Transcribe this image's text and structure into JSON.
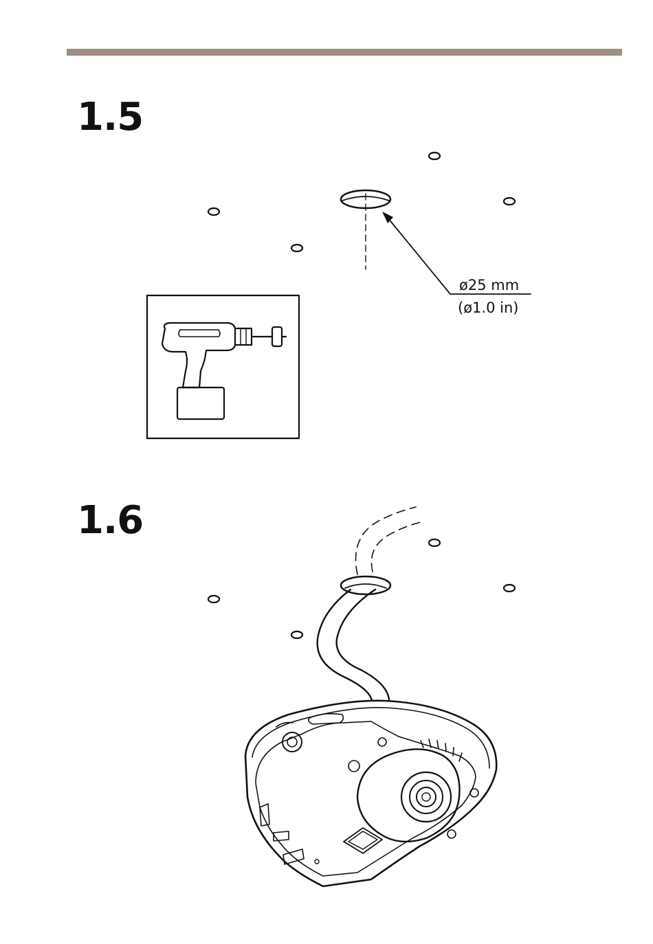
{
  "steps": [
    {
      "number": "1.5"
    },
    {
      "number": "1.6"
    }
  ],
  "drill_hole": {
    "diameter_mm": "ø25 mm",
    "diameter_in": "(ø1.0 in)"
  },
  "colors": {
    "top_bar": "#a08d80",
    "line": "#111111"
  },
  "icons": [
    "drill-icon",
    "camera-illustration",
    "cable-illustration"
  ]
}
